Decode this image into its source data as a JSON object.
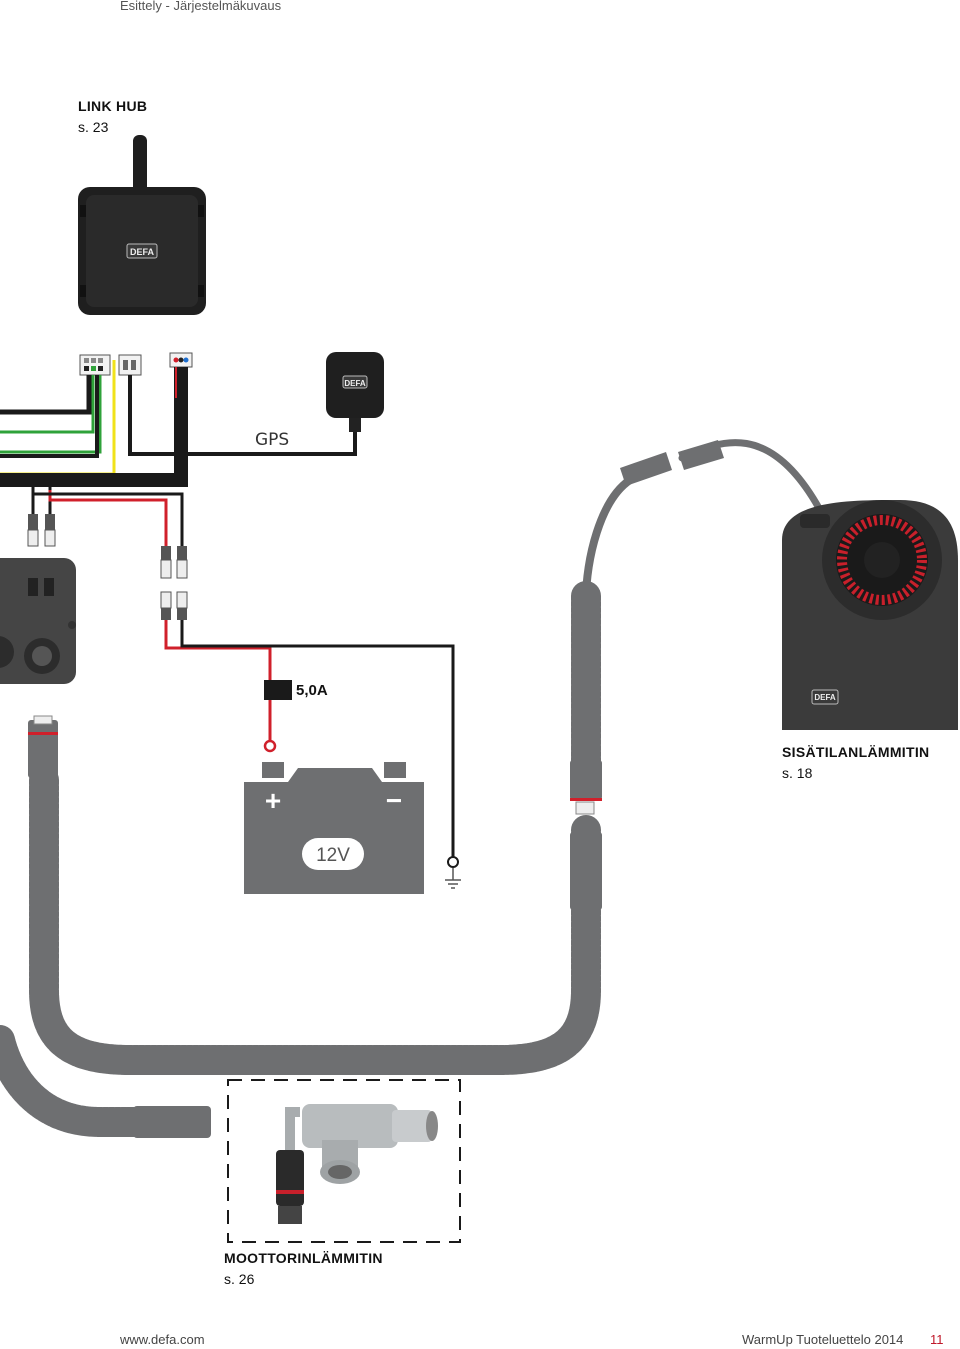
{
  "header": {
    "breadcrumb": "Esittely - Järjestelmäkuvaus"
  },
  "components": {
    "link_hub": {
      "title": "LINK HUB",
      "page_ref": "s. 23",
      "logo": "DEFA"
    },
    "gps": {
      "label": "GPS",
      "logo": "DEFA"
    },
    "fuse": {
      "label": "5,0A"
    },
    "battery": {
      "voltage": "12V",
      "plus": "+",
      "minus": "−"
    },
    "interior_heater": {
      "title": "SISÄTILANLÄMMITIN",
      "page_ref": "s. 18",
      "logo": "DEFA"
    },
    "engine_heater": {
      "title": "MOOTTORINLÄMMITIN",
      "page_ref": "s. 26"
    }
  },
  "footer": {
    "website": "www.defa.com",
    "catalog": "WarmUp Tuoteluettelo 2014",
    "page_number": "11"
  },
  "colors": {
    "cable_gray": "#6e6f71",
    "wire_red": "#d0202b",
    "wire_black": "#1a1a1a",
    "wire_green": "#2fa23a",
    "wire_yellow": "#f0e21a",
    "accent_red": "#c0182a"
  }
}
